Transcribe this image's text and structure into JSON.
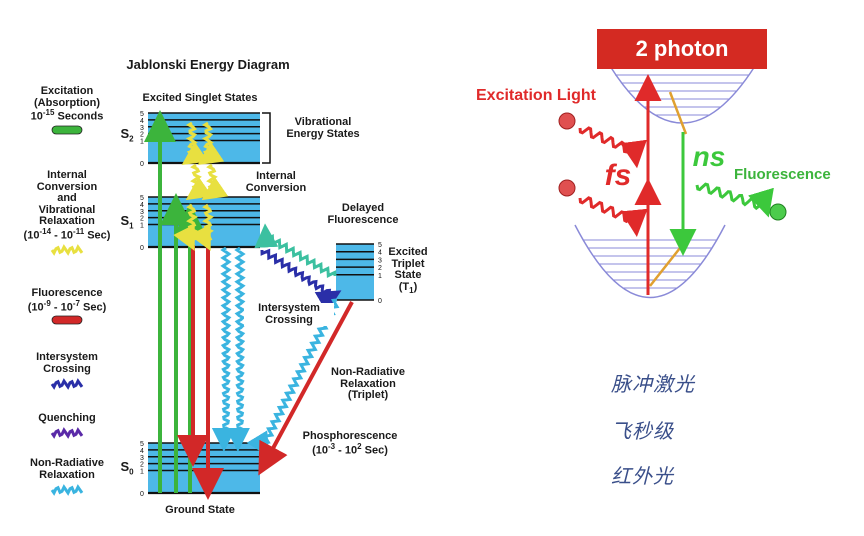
{
  "jablonski": {
    "title": "Jablonski Energy Diagram",
    "legend": [
      {
        "label_html": "Excitation<br>(Absorption)<br>10<sup>-15</sup> Seconds",
        "color": "#3cb43c",
        "style": "bar"
      },
      {
        "label_html": "Internal<br>Conversion<br>and<br>Vibrational<br>Relaxation<br>(10<sup>-14</sup> - 10<sup>-11</sup> Sec)",
        "color": "#e8e040",
        "style": "wave"
      },
      {
        "label_html": "Fluorescence<br>(10<sup>-9</sup> - 10<sup>-7</sup> Sec)",
        "color": "#d22828",
        "style": "bar"
      },
      {
        "label_html": "Intersystem<br>Crossing",
        "color": "#2a2fa8",
        "style": "wave"
      },
      {
        "label_html": "Quenching",
        "color": "#5a2aa8",
        "style": "wave"
      },
      {
        "label_html": "Non-Radiative<br>Relaxation",
        "color": "#3ab4e0",
        "style": "wave"
      }
    ],
    "labels": {
      "excited_singlet": "Excited Singlet States",
      "vibrational": "Vibrational<br>Energy States",
      "internal_conversion": "Internal<br>Conversion",
      "delayed_fluorescence": "Delayed<br>Fluorescence",
      "excited_triplet": "Excited<br>Triplet<br>State<br>(T<sub>1</sub>)",
      "intersystem_crossing": "Intersystem<br>Crossing",
      "non_radiative_triplet": "Non-Radiative<br>Relaxation<br>(Triplet)",
      "phosphorescence": "Phosphorescence<br>(10<sup>-3</sup> - 10<sup>2</sup> Sec)",
      "ground_state": "Ground State",
      "s2": "S",
      "s2_sub": "2",
      "s1": "S",
      "s1_sub": "1",
      "s0": "S",
      "s0_sub": "0",
      "level_numbers": [
        "5",
        "4",
        "3",
        "2",
        "1",
        "0"
      ]
    },
    "colors": {
      "band": "#4db8e8",
      "line": "#111111",
      "excitation": "#3cb43c",
      "fluorescence": "#d22828",
      "ic": "#e8e040",
      "isc": "#2a2fa8",
      "nonrad": "#3ab4e0",
      "delayed": "#3cc0a0"
    }
  },
  "two_photon": {
    "banner": "2 photon",
    "banner_color": "#d42a22",
    "excitation_light": "Excitation Light",
    "fs": "fs",
    "ns": "ns",
    "fluorescence": "Fluorescence",
    "red": "#e02a2a",
    "green": "#3cc83c",
    "well_color": "#8a8ad8"
  },
  "chinese_notes": [
    "脉冲激光",
    "飞秒级",
    "红外光"
  ]
}
